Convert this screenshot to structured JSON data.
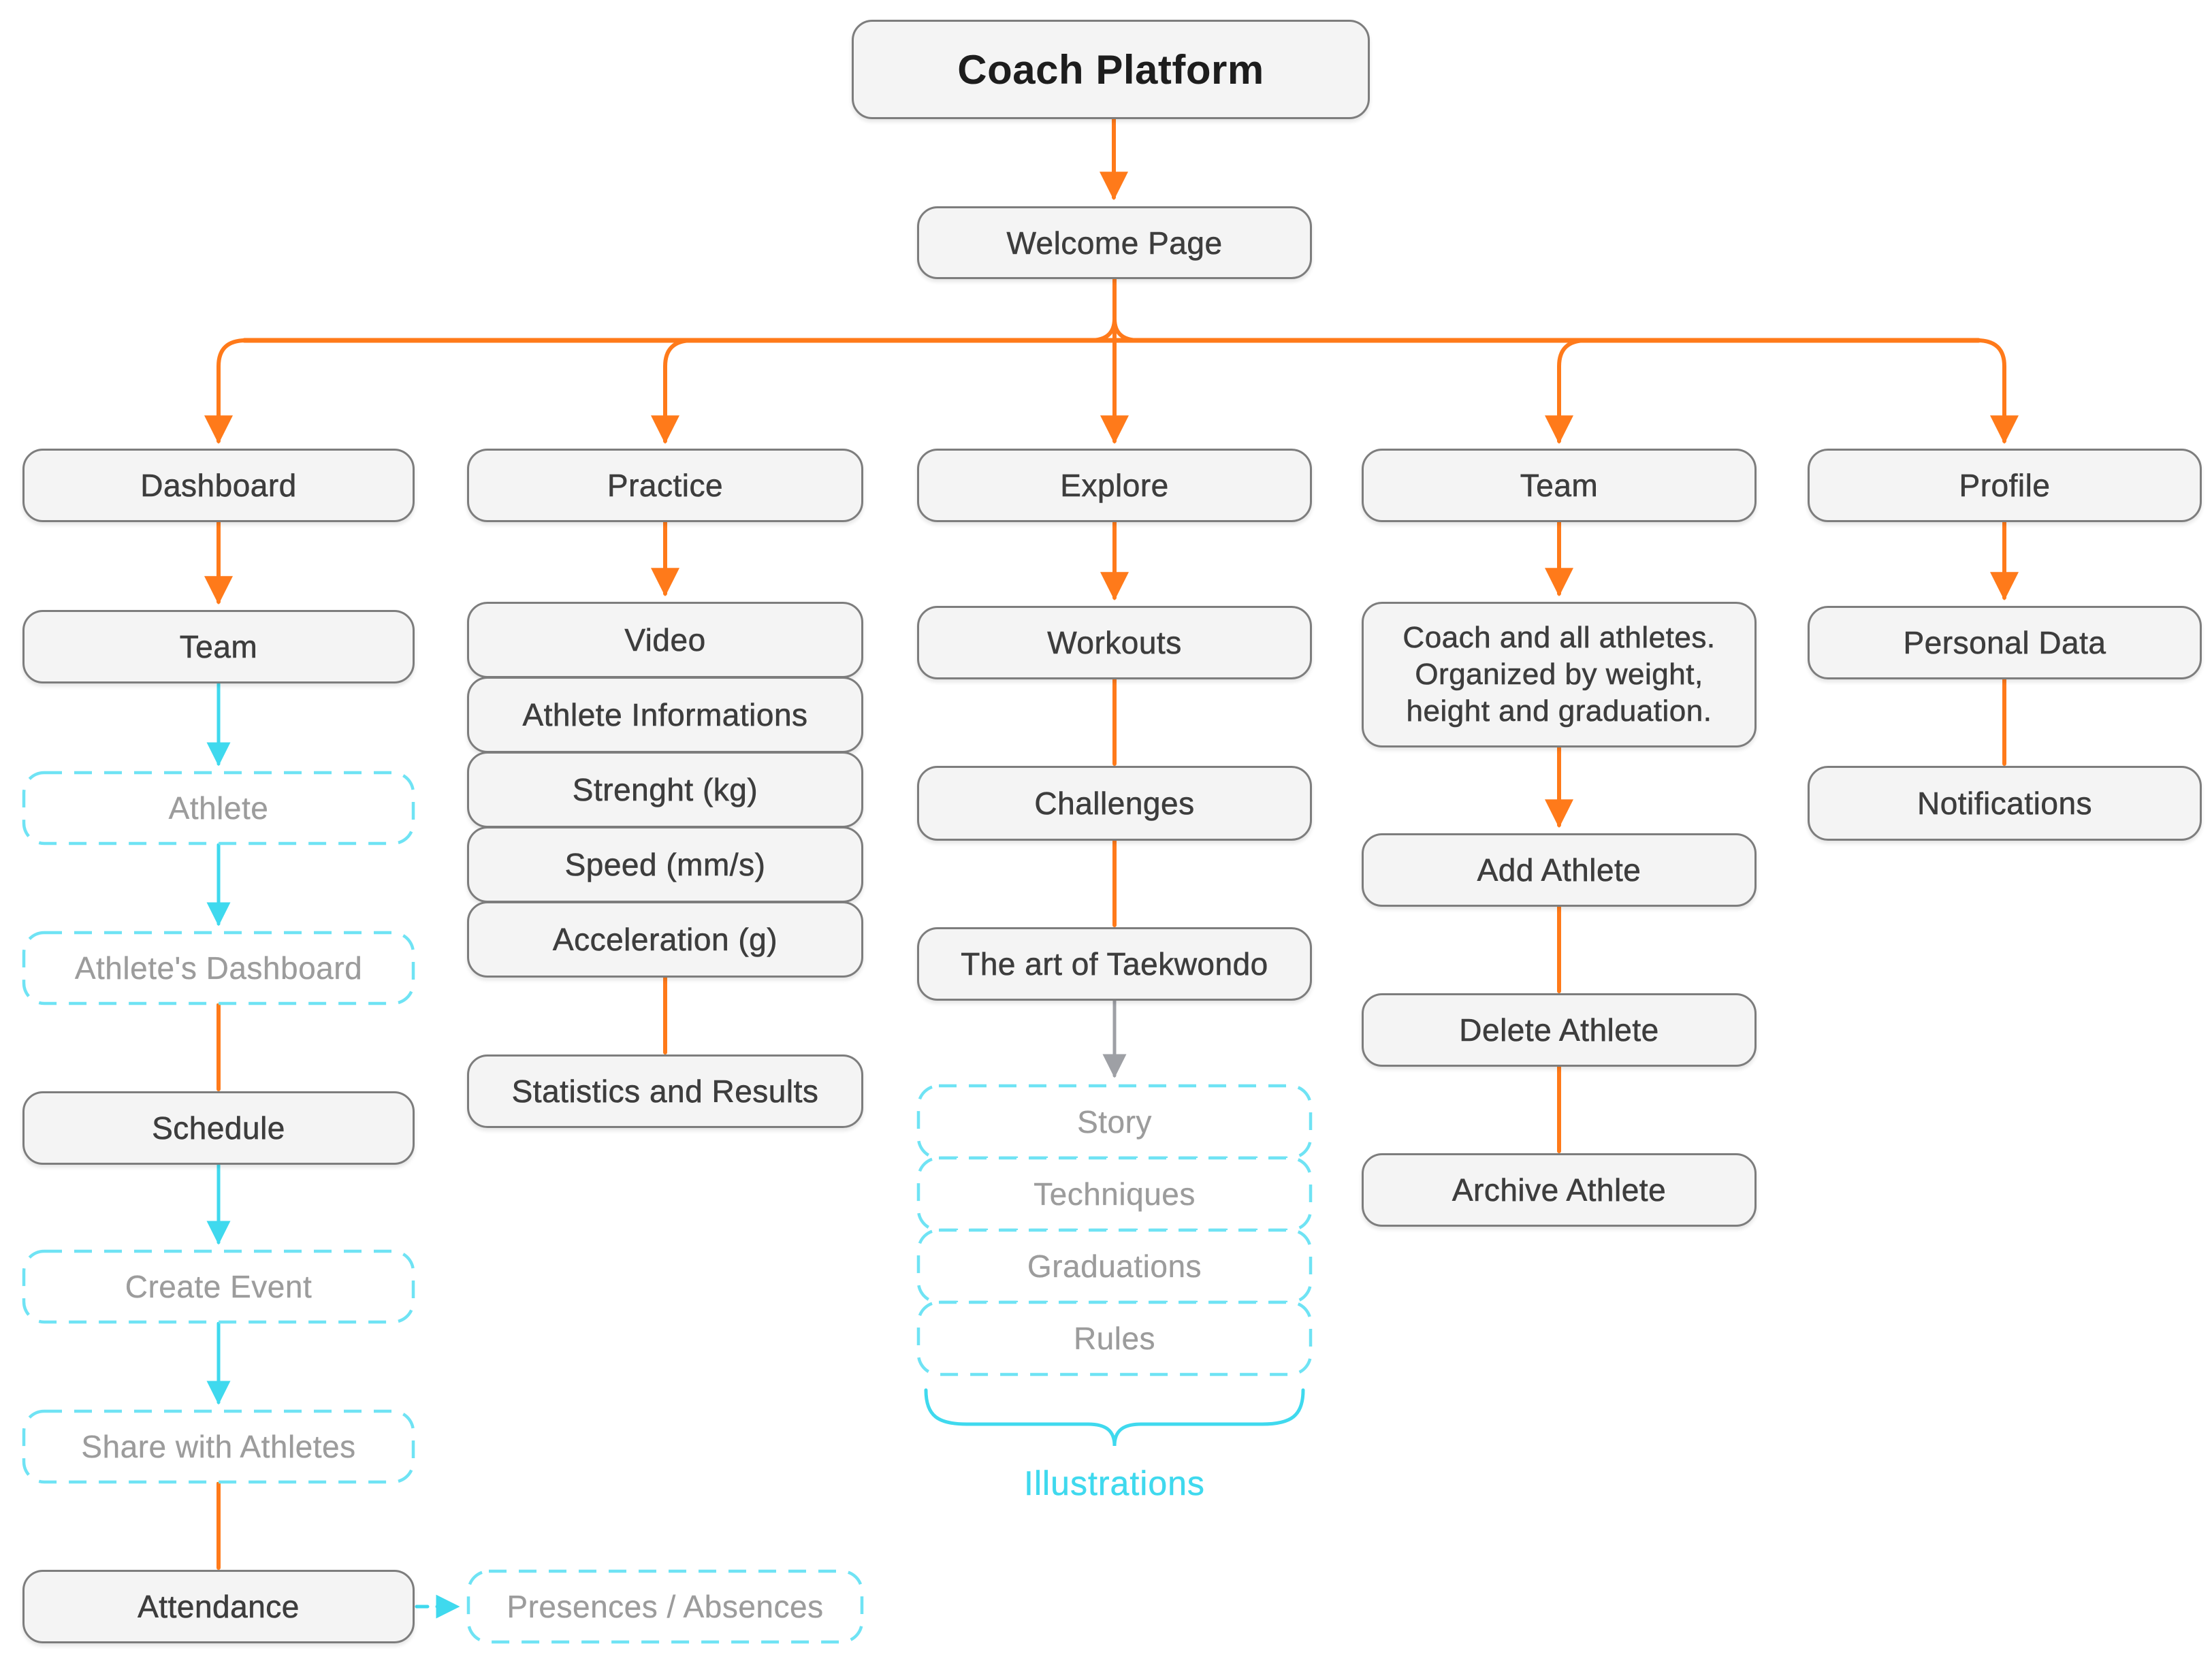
{
  "nodes": {
    "coach_platform": "Coach Platform",
    "welcome_page": "Welcome Page",
    "dashboard": "Dashboard",
    "practice": "Practice",
    "explore": "Explore",
    "team": "Team",
    "profile": "Profile",
    "dash_team": "Team",
    "athlete": "Athlete",
    "athletes_dashboard": "Athlete's Dashboard",
    "schedule": "Schedule",
    "create_event": "Create Event",
    "share_with_athletes": "Share with Athletes",
    "attendance": "Attendance",
    "presences_absences": "Presences / Absences",
    "video": "Video",
    "athlete_informations": "Athlete Informations",
    "strenght": "Strenght (kg)",
    "speed": "Speed (mm/s)",
    "acceleration": "Acceleration (g)",
    "statistics_and_results": "Statistics and Results",
    "workouts": "Workouts",
    "challenges": "Challenges",
    "art_of_taekwondo": "The art of Taekwondo",
    "story": "Story",
    "techniques": "Techniques",
    "graduations": "Graduations",
    "rules": "Rules",
    "illustrations": "Illustrations",
    "team_description": "Coach and all athletes. Organized by weight, height and graduation.",
    "add_athlete": "Add Athlete",
    "delete_athlete": "Delete Athlete",
    "archive_athlete": "Archive Athlete",
    "personal_data": "Personal Data",
    "notifications": "Notifications"
  },
  "colors": {
    "arrow_orange": "#FF7A1A",
    "arrow_cyan": "#3FD9EE",
    "dashed_border_cyan": "#6FE3F4",
    "arrow_gray": "#9EA0A5",
    "node_fill": "#F4F4F4",
    "node_border": "#7D7D7D",
    "node_text": "#3D3D3D",
    "dashed_text": "#9C9C9C"
  }
}
